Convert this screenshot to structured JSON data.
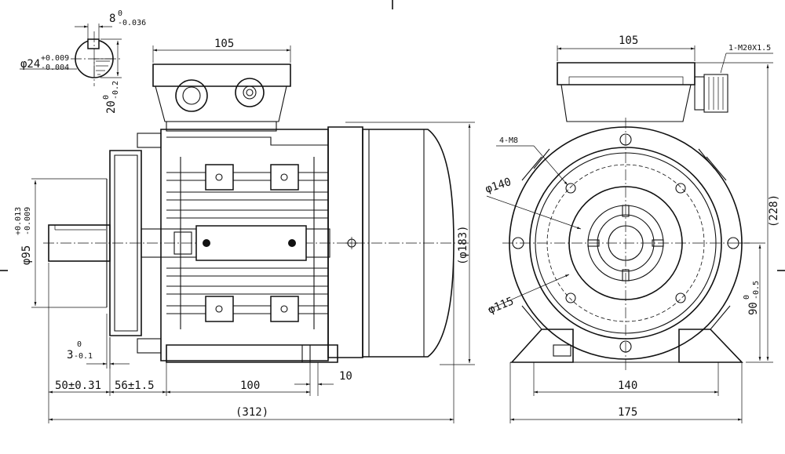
{
  "dimensions": {
    "key_width": "8",
    "key_width_upper": "0",
    "key_width_lower": "-0.036",
    "shaft_dia": "φ24",
    "shaft_dia_upper": "+0.009",
    "shaft_dia_lower": "-0.004",
    "key_depth": "20",
    "key_depth_upper": "0",
    "key_depth_lower": "-0.2",
    "terminal_box_width_side": "105",
    "terminal_box_width_front": "105",
    "cable_gland": "1-M20X1.5",
    "spigot_dia": "φ95",
    "spigot_upper": "+0.013",
    "spigot_lower": "-0.009",
    "frame_dia": "(φ183)",
    "overall_height": "(228)",
    "bolt_holes": "4-M8",
    "pcd_140": "φ140",
    "pcd_115": "φ115",
    "shaft_height": "90",
    "shaft_height_upper": "0",
    "shaft_height_lower": "-0.5",
    "flange_thk": "3",
    "flange_thk_upper": "0",
    "flange_thk_lower": "-0.1",
    "shaft_length": "50±0.31",
    "flange_to_foot": "56±1.5",
    "foot_spacing_side": "100",
    "foot_width": "10",
    "overall_length": "(312)",
    "foot_spacing_front": "140",
    "foot_overall_front": "175"
  }
}
